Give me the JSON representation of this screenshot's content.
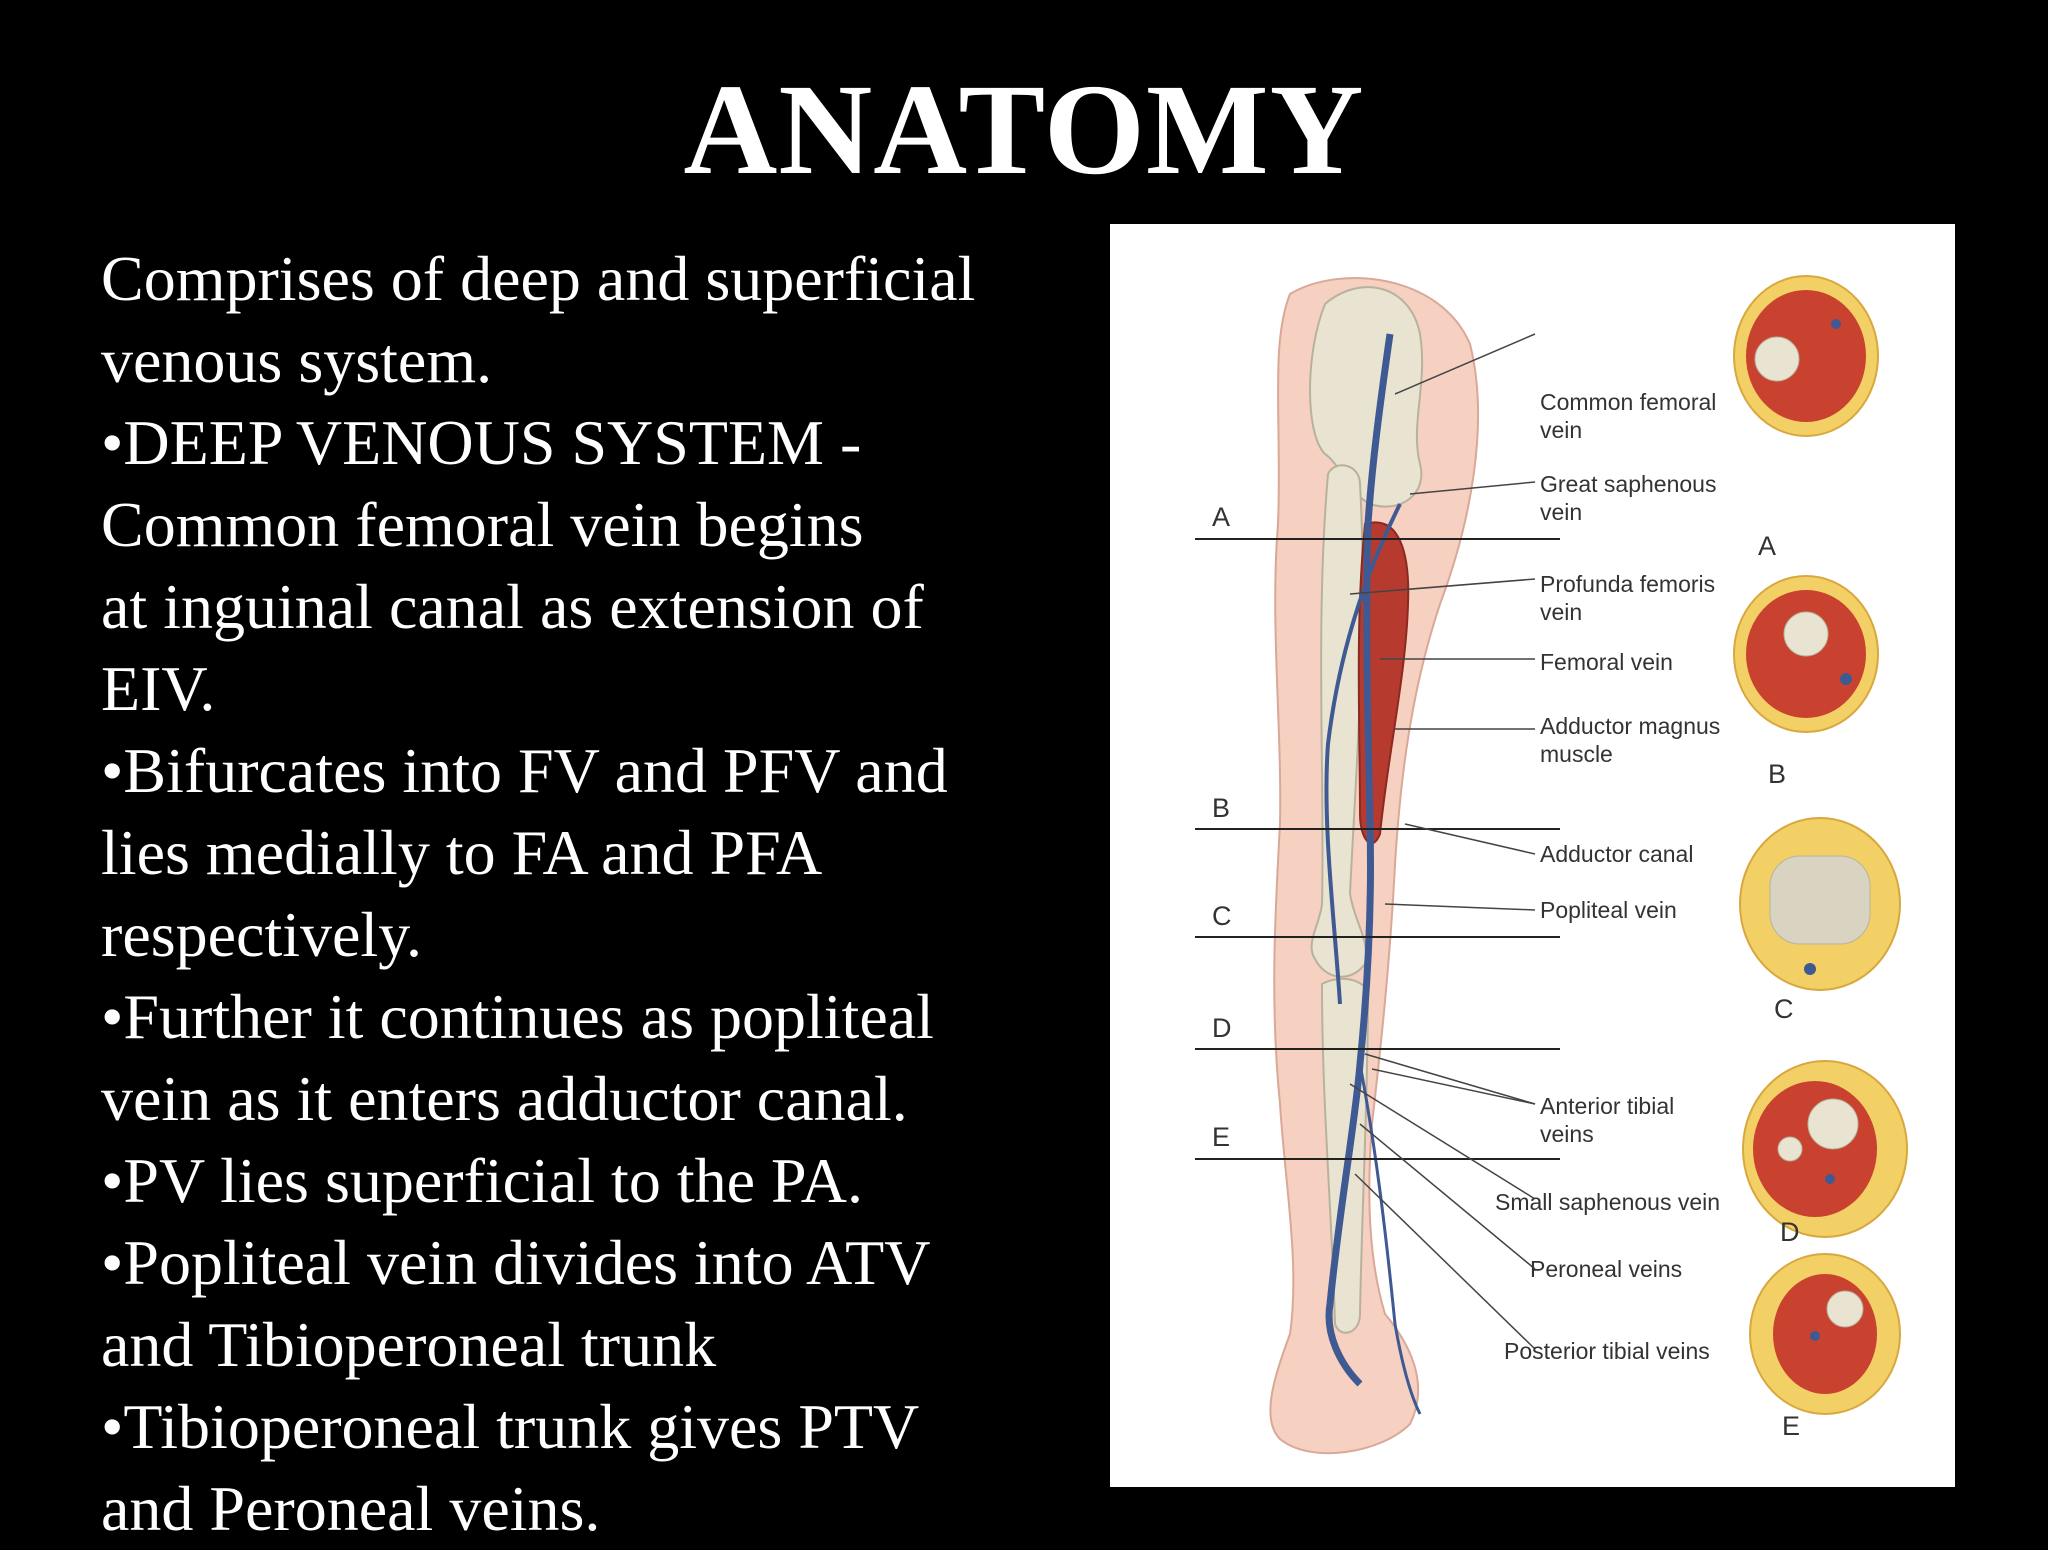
{
  "slide": {
    "title": "ANATOMY",
    "lines": [
      "Comprises of deep and superficial",
      "venous system.",
      "•DEEP VENOUS SYSTEM -",
      "Common femoral vein begins",
      "at inguinal canal as extension of",
      "EIV.",
      "•Bifurcates into FV and PFV and",
      "lies medially to FA and PFA",
      "respectively.",
      "•Further it continues as popliteal",
      "vein as it enters adductor canal.",
      "•PV lies superficial to the PA.",
      "•Popliteal vein divides into ATV",
      "and Tibioperoneal trunk",
      "•Tibioperoneal trunk gives PTV",
      "and Peroneal veins."
    ]
  },
  "figure": {
    "labels": {
      "common_femoral_vein": "Common femoral\nvein",
      "great_saphenous_vein": "Great saphenous\nvein",
      "profunda_femoris_vein": "Profunda femoris\nvein",
      "femoral_vein": "Femoral vein",
      "adductor_magnus_muscle": "Adductor magnus\nmuscle",
      "adductor_canal": "Adductor canal",
      "popliteal_vein": "Popliteal vein",
      "anterior_tibial_veins": "Anterior tibial\n      veins",
      "small_saphenous_vein": "Small saphenous vein",
      "peroneal_veins": "Peroneal veins",
      "posterior_tibial_veins": "Posterior tibial veins"
    },
    "section_letters_left": [
      "A",
      "B",
      "C",
      "D",
      "E"
    ],
    "section_letters_right": [
      "A",
      "B",
      "C",
      "D",
      "E"
    ],
    "colors": {
      "skin": "#f6d0c0",
      "bone": "#e9e4d2",
      "muscle": "#b73a2e",
      "vein": "#3f5a93",
      "fat": "#f3d065"
    }
  }
}
